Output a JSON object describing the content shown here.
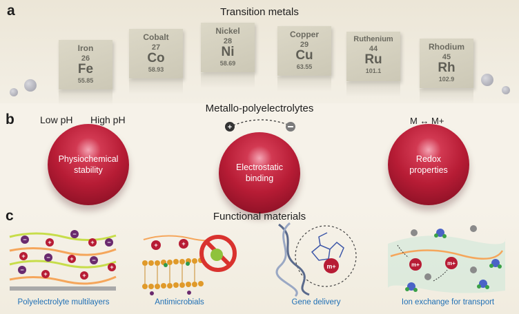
{
  "panels": {
    "a": {
      "letter": "a",
      "title": "Transition metals"
    },
    "b": {
      "letter": "b",
      "title": "Metallo-polyelectrolytes"
    },
    "c": {
      "letter": "c",
      "title": "Functional materials"
    }
  },
  "elements": [
    {
      "name": "Iron",
      "number": "26",
      "symbol": "Fe",
      "weight": "55.85"
    },
    {
      "name": "Cobalt",
      "number": "27",
      "symbol": "Co",
      "weight": "58.93"
    },
    {
      "name": "Nickel",
      "number": "28",
      "symbol": "Ni",
      "weight": "58.69"
    },
    {
      "name": "Copper",
      "number": "29",
      "symbol": "Cu",
      "weight": "63.55"
    },
    {
      "name": "Ruthenium",
      "number": "44",
      "symbol": "Ru",
      "weight": "101.1"
    },
    {
      "name": "Rhodium",
      "number": "45",
      "symbol": "Rh",
      "weight": "102.9"
    }
  ],
  "properties": {
    "ph_low": "Low pH",
    "ph_high": "High pH",
    "redox_label": "M ↔ M+",
    "spheres": [
      {
        "line1": "Physiochemical",
        "line2": "stability"
      },
      {
        "line1": "Electrostatic",
        "line2": "binding"
      },
      {
        "line1": "Redox",
        "line2": "properties"
      }
    ]
  },
  "functional": {
    "captions": [
      "Polyelectrolyte multilayers",
      "Antimicrobials",
      "Gene delivery",
      "Ion exchange for transport"
    ],
    "ion_label": "m+"
  },
  "colors": {
    "sphere": "#b71c35",
    "caption": "#1f6fb5",
    "chain_orange": "#f5a65b",
    "chain_green": "#c7dd4a",
    "anion_purple": "#6a2a6e",
    "no_sign_red": "#d9322e",
    "virus_green": "#8fc23b"
  }
}
